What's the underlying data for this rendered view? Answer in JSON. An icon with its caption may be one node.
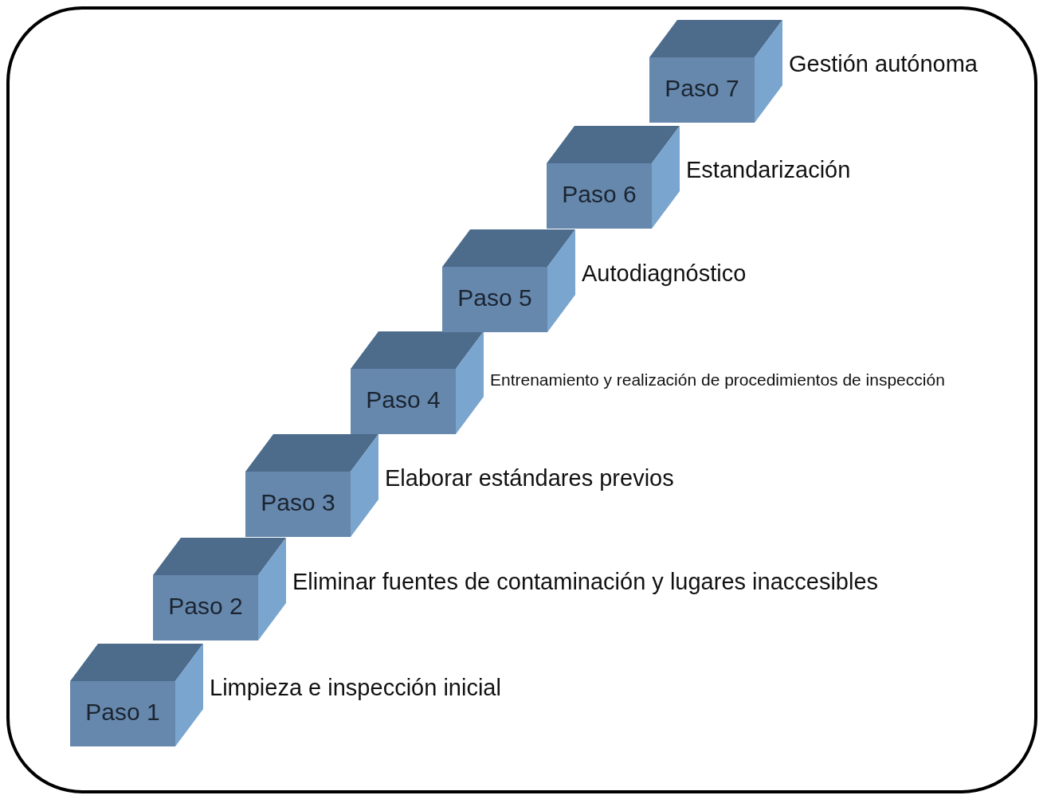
{
  "diagram": {
    "nodes": [
      {
        "text": [
          "Paso 1"
        ],
        "beside": [
          "Limpieza e inspección inicial"
        ]
      },
      {
        "text": [
          "Paso 2"
        ],
        "beside": [
          "Eliminar fuentes de contaminación y lugares inaccesibles"
        ]
      },
      {
        "text": [
          "Paso 3"
        ],
        "beside": [
          "Elaborar estándares previos"
        ]
      },
      {
        "text": [
          "Paso 4"
        ],
        "beside": [
          "Entrenamiento y realización de procedimientos de inspección"
        ]
      },
      {
        "text": [
          "Paso 5"
        ],
        "beside": [
          "Autodiagnóstico"
        ]
      },
      {
        "text": [
          "Paso 6"
        ],
        "beside": [
          "Estandarización"
        ]
      },
      {
        "text": [
          "Paso 7"
        ],
        "beside": [
          "Gestión autónoma"
        ]
      }
    ]
  }
}
